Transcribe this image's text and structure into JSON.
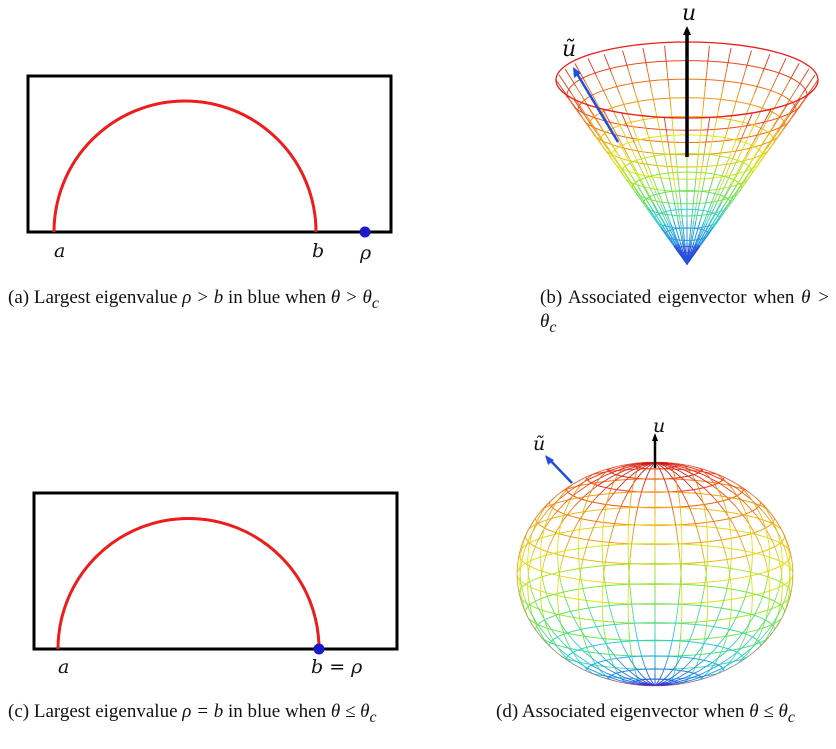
{
  "panels": {
    "a": {
      "labels": {
        "a": "a",
        "b": "b",
        "rho": "ρ"
      },
      "caption_prefix": "(a) Largest eigenvalue ",
      "caption_math1": "ρ > b",
      "caption_mid": " in blue when ",
      "caption_math2": "θ > θ",
      "caption_sub": "c"
    },
    "b": {
      "labels": {
        "u": "u",
        "u_tilde": "ũ"
      },
      "caption_prefix": "(b) Associated eigenvector when ",
      "caption_math": "θ > θ",
      "caption_sub": "c"
    },
    "c": {
      "labels": {
        "a": "a",
        "b_eq_rho": "b = ρ"
      },
      "caption_prefix": "(c) Largest eigenvalue ",
      "caption_math1": "ρ = b",
      "caption_mid": " in blue when ",
      "caption_math2": "θ ≤ θ",
      "caption_sub": "c"
    },
    "d": {
      "labels": {
        "u": "u",
        "u_tilde": "ũ"
      },
      "caption_prefix": "(d) Associated eigenvector when ",
      "caption_math": "θ ≤ θ",
      "caption_sub": "c"
    }
  },
  "colors": {
    "semicircle": "#ee1c1c",
    "eigenvalue_dot": "#1a1acc",
    "arrow_u_tilde": "#1f4fe0",
    "arrow_u": "#000000",
    "frame": "#000000"
  },
  "icons": {
    "u_tilde_arrow": "arrow-icon",
    "u_arrow": "arrow-icon"
  }
}
